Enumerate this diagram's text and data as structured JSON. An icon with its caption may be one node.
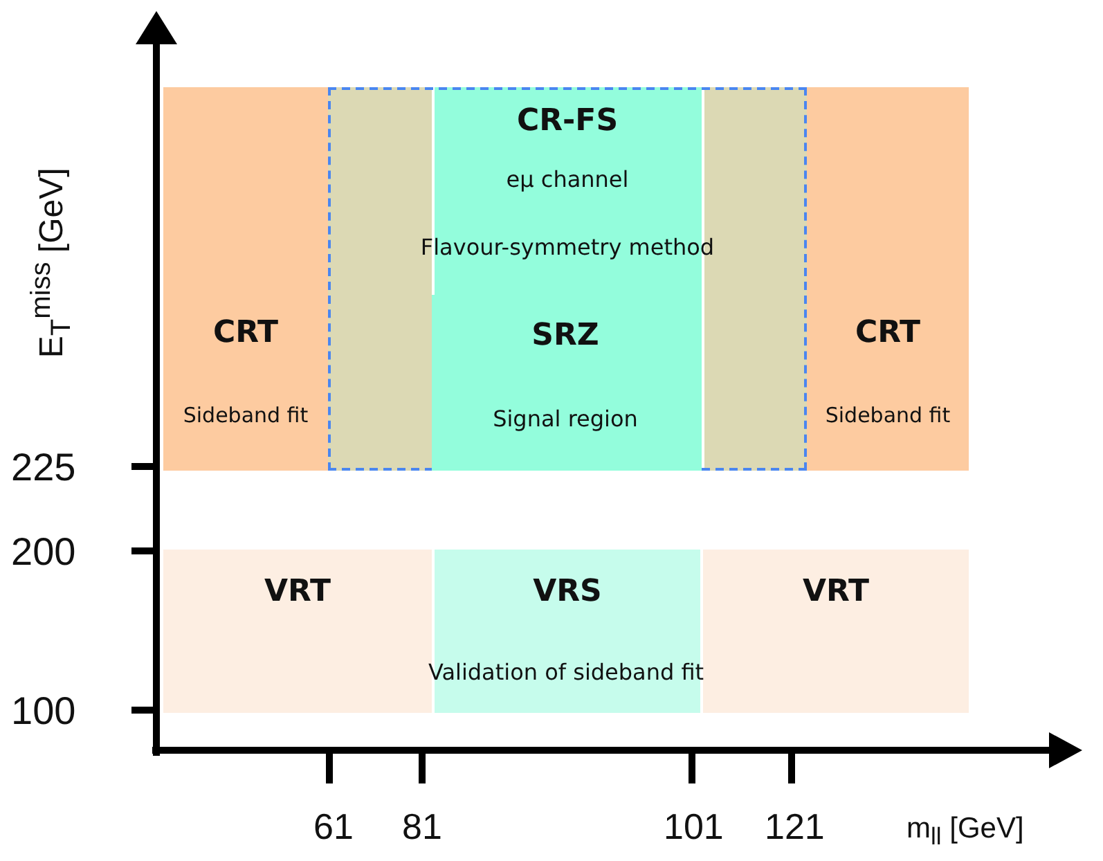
{
  "diagram": {
    "nodes": [
      {
        "text": [
          "CR-FS",
          "eμ channel",
          "Flavour-symmetry method"
        ]
      },
      {
        "text": [
          "CRT",
          "Sideband fit"
        ]
      },
      {
        "text": [
          "SRZ",
          "Signal region"
        ],
        "in": 0
      },
      {
        "text": [
          "CRT",
          "Sideband fit"
        ]
      },
      {
        "text": [
          "VRT"
        ]
      },
      {
        "text": [
          "VRS"
        ]
      },
      {
        "text": [
          "VRT"
        ]
      }
    ],
    "edges": [],
    "labels": [
      "E$_{T}$$^{miss}$ [GeV]",
      "225",
      "200",
      "100",
      "Validation of sideband fit",
      "61",
      "81",
      "101",
      "121",
      "m$_{ll}$ [GeV]"
    ]
  }
}
